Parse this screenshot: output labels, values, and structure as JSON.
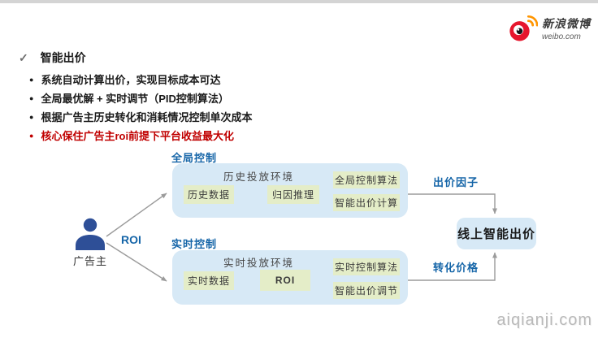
{
  "logo": {
    "brand": "新浪微博",
    "domain": "weibo.com"
  },
  "title": {
    "check": "✓",
    "text": "智能出价"
  },
  "bullets": [
    {
      "text": "系统自动计算出价，实现目标成本可达"
    },
    {
      "text": "全局最优解 + 实时调节（PID控制算法）"
    },
    {
      "text": "根据广告主历史转化和消耗情况控制单次成本"
    },
    {
      "text": "核心保住广告主roi前提下平台收益最大化"
    }
  ],
  "diagram": {
    "actor_label": "广告主",
    "roi_label": "ROI",
    "global": {
      "group_label": "全局控制",
      "env_label": "历史投放环境",
      "node1": "历史数据",
      "node2": "归因推理",
      "stack1": "全局控制算法",
      "stack2": "智能出价计算",
      "out_label": "出价因子"
    },
    "realtime": {
      "group_label": "实时控制",
      "env_label": "实时投放环境",
      "node1": "实时数据",
      "node2": "ROI",
      "stack1": "实时控制算法",
      "stack2": "智能出价调节",
      "out_label": "转化价格"
    },
    "output_box": "线上智能出价"
  },
  "watermark": "aiqianji.com",
  "colors": {
    "accent_blue": "#1565a8",
    "container_blue": "#d7e9f6",
    "node_green": "#e4edc8",
    "alert_red": "#c00000",
    "logo_red": "#e6162d",
    "logo_orange": "#ff9500",
    "icon_blue": "#2e4f97",
    "arrow_gray": "#9b9b9b"
  }
}
